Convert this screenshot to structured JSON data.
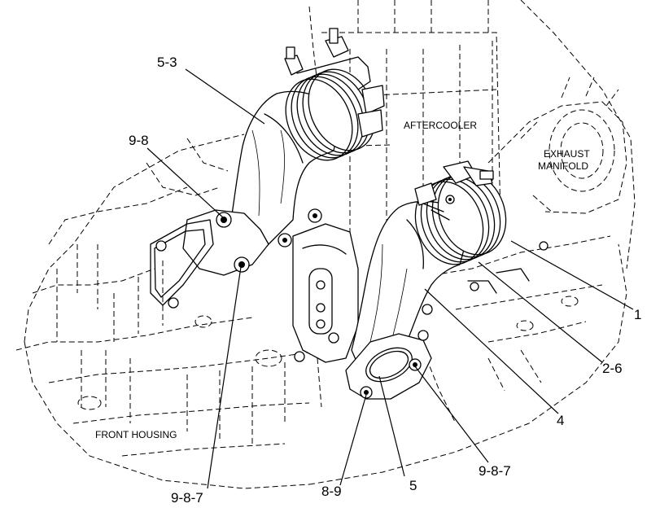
{
  "callouts": {
    "c_5_3": "5-3",
    "c_9_8": "9-8",
    "c_1": "1",
    "c_2_6": "2-6",
    "c_4": "4",
    "c_9_8_7_right": "9-8-7",
    "c_5": "5",
    "c_8_9": "8-9",
    "c_9_8_7_left": "9-8-7"
  },
  "labels": {
    "aftercooler": "AFTERCOOLER",
    "exhaust_line1": "EXHAUST",
    "exhaust_line2": "MANIFOLD",
    "front_housing": "FRONT HOUSING"
  }
}
